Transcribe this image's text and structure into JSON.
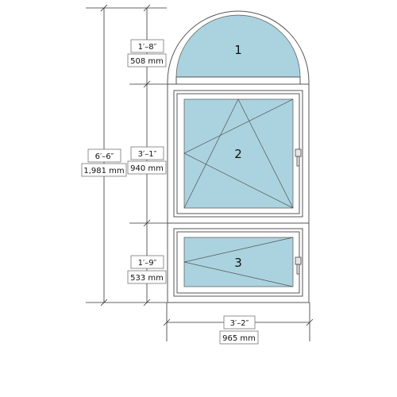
{
  "panes": [
    {
      "number": "1"
    },
    {
      "number": "2"
    },
    {
      "number": "3"
    }
  ],
  "dimensions": {
    "total_height": {
      "imperial": "6′–6″",
      "metric": "1,981 mm"
    },
    "segments": [
      {
        "imperial": "1′–8″",
        "metric": "508 mm"
      },
      {
        "imperial": "3′–1″",
        "metric": "940 mm"
      },
      {
        "imperial": "1′–9″",
        "metric": "533 mm"
      }
    ],
    "width": {
      "imperial": "3′–2″",
      "metric": "965 mm"
    }
  },
  "colors": {
    "glass": "#aad3df",
    "frame": "#ffffff",
    "lines": "#333333"
  }
}
